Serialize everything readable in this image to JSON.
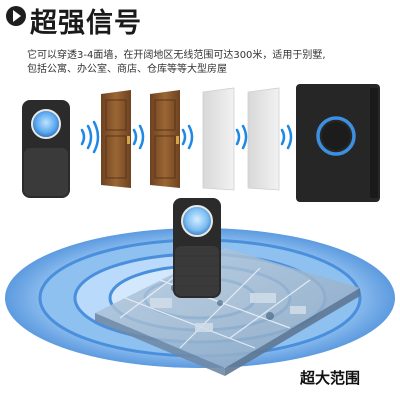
{
  "headline": "超强信号",
  "description": {
    "line1": "它可以穿透3-4面墙，在开阔地区无线范围可达300米，适用于别墅,",
    "line2": "包括公寓、办公室、商店、仓库等等大型房屋"
  },
  "caption": "超大范围",
  "icons": {
    "title": "play-icon",
    "transmitter": "doorbell-button-icon",
    "receiver": "doorbell-receiver-icon",
    "signal": "wifi-wave-icon"
  },
  "colors": {
    "accent": "#1e88e5",
    "device_body": "#2b2b2b",
    "door": "#8b5a2b",
    "wall": "#e4e4e4",
    "ring_light": "#4a9fe8"
  }
}
